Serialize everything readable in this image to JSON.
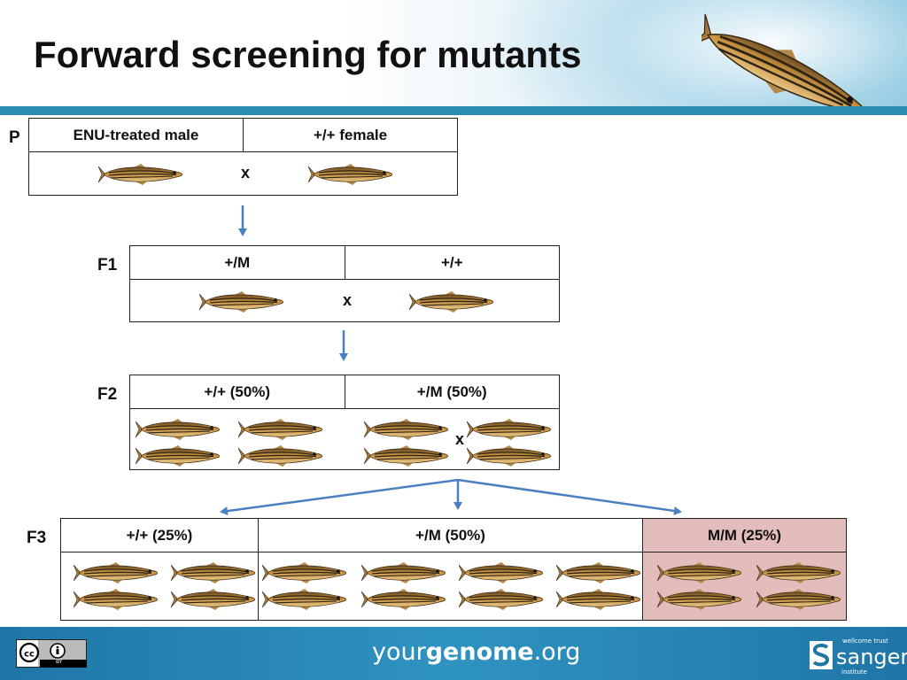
{
  "title": "Forward screening for mutants",
  "generations": {
    "p": {
      "label": "P",
      "left_header": "ENU-treated male",
      "right_header": "+/+ female",
      "cross": "x"
    },
    "f1": {
      "label": "F1",
      "left_header": "+/M",
      "right_header": "+/+",
      "cross": "x"
    },
    "f2": {
      "label": "F2",
      "left_header": "+/+ (50%)",
      "right_header": "+/M (50%)",
      "cross": "x"
    },
    "f3": {
      "label": "F3",
      "left_header": "+/+ (25%)",
      "mid_header": "+/M (50%)",
      "right_header": "M/M (25%)"
    }
  },
  "footer": {
    "site_prefix": "your",
    "site_bold": "genome",
    "site_suffix": ".org",
    "license_badge_icon": "cc-by-icon",
    "license_badge_text": "BY",
    "logo_small": "wellcome trust",
    "logo_text": "sanger",
    "logo_sub": "institute"
  },
  "colors": {
    "header_bar": "#2b8cb3",
    "footer": "#2f93c2",
    "arrow": "#4a7fc1",
    "mm_highlight": "#e3bcbc"
  }
}
